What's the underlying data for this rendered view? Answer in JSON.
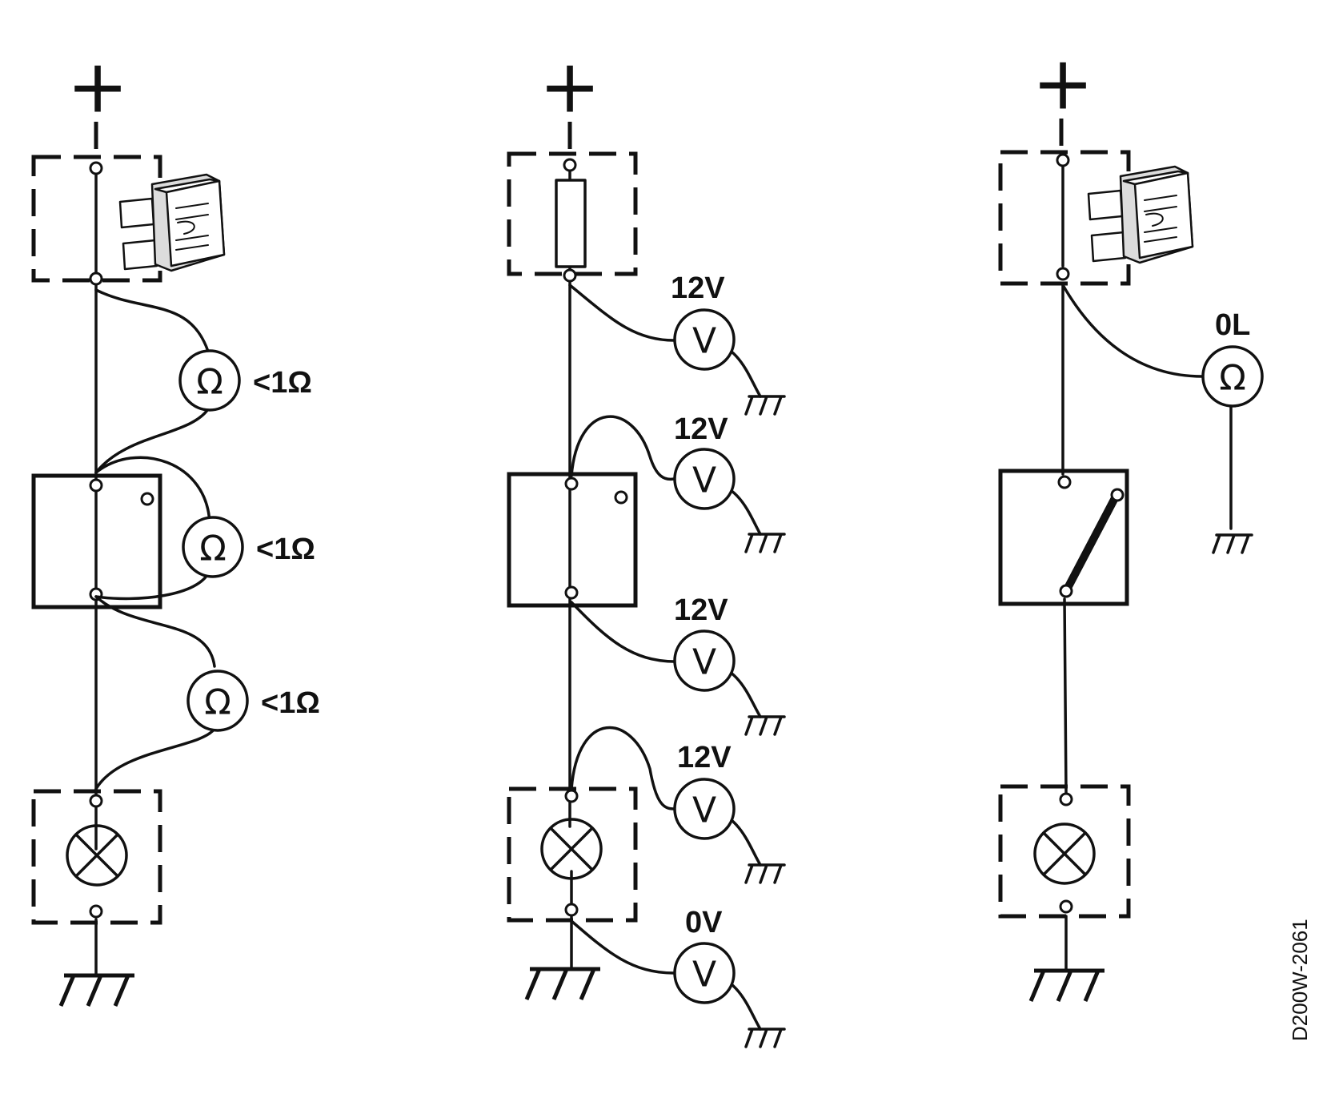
{
  "diagram": {
    "supply_symbol": "+",
    "ohm_symbol": "Ω",
    "volt_symbol": "V",
    "drawing_code": "D200W-2061",
    "circuit_continuity": {
      "readings": [
        "<1Ω",
        "<1Ω",
        "<1Ω"
      ],
      "components": [
        "fuse",
        "connector",
        "lamp"
      ]
    },
    "circuit_voltage": {
      "readings": [
        "12V",
        "12V",
        "12V",
        "12V",
        "0V"
      ],
      "components": [
        "fuse",
        "connector",
        "lamp"
      ]
    },
    "circuit_open": {
      "readings": [
        "0L"
      ],
      "components": [
        "fuse",
        "switch-open",
        "lamp"
      ]
    }
  }
}
